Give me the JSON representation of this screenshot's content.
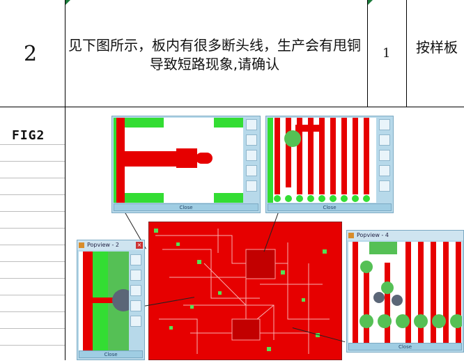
{
  "table": {
    "row_number": "2",
    "description": "见下图所示，板内有很多断头线，生产会有甩铜导致短路现象,请确认",
    "quantity": "1",
    "action_partial": "按样板",
    "fig_label": "FIG2"
  },
  "viewers": {
    "top_left": {
      "close_label": "Close"
    },
    "top_right": {
      "close_label": "Close"
    },
    "left": {
      "title": "Popview - 2",
      "close_label": "Close"
    },
    "right": {
      "title": "Popview - 4",
      "close_label": "Close"
    }
  },
  "colors": {
    "copper": "#e60000",
    "pad_green": "#33dd33",
    "window_frame": "#b7d9ea",
    "grid_line": "#000000"
  }
}
